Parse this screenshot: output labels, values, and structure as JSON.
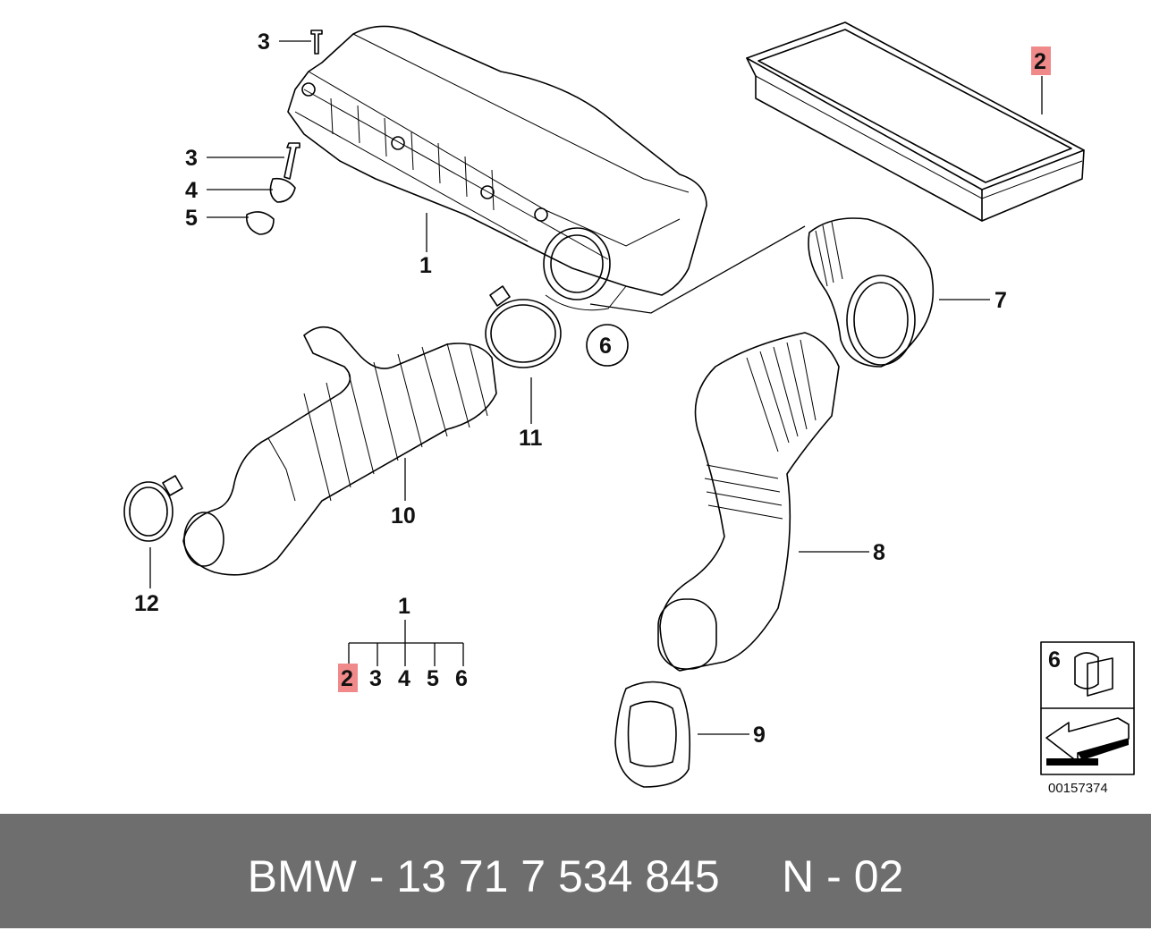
{
  "diagram": {
    "callouts": {
      "c1_top": "1",
      "c2_top": "2",
      "c3_a": "3",
      "c3_b": "3",
      "c4": "4",
      "c5": "5",
      "c6": "6",
      "c7": "7",
      "c8": "8",
      "c9": "9",
      "c10": "10",
      "c11": "11",
      "c12": "12"
    },
    "set_group": {
      "parent": "1",
      "children": [
        "2",
        "3",
        "4",
        "5",
        "6"
      ]
    },
    "legend": {
      "clip_number": "6",
      "image_number": "00157374"
    },
    "highlight_color": "#f08a8a"
  },
  "footer": {
    "title": "BMW - 13 71 7 534 845     N - 02"
  }
}
